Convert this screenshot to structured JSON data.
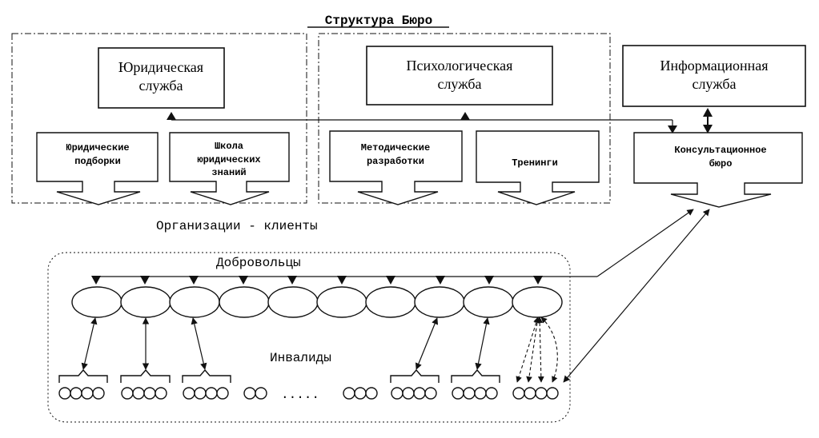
{
  "title": "Структура Бюро",
  "services": {
    "legal": [
      "Юридическая",
      "служба"
    ],
    "psych": [
      "Психологическая",
      "служба"
    ],
    "info": [
      "Информационная",
      "служба"
    ]
  },
  "units": {
    "legal_selections": [
      "Юридические",
      "подборки"
    ],
    "legal_school": [
      "Школа",
      "юридических",
      "знаний"
    ],
    "methodical": [
      "Методические",
      "разработки"
    ],
    "trainings": [
      "Тренинги"
    ],
    "consult": [
      "Консультационное",
      "бюро"
    ]
  },
  "clients_label": "Организации - клиенты",
  "volunteers_label": "Добровольцы",
  "disabled_label": "Инвалиды",
  "ellipsis": "....."
}
